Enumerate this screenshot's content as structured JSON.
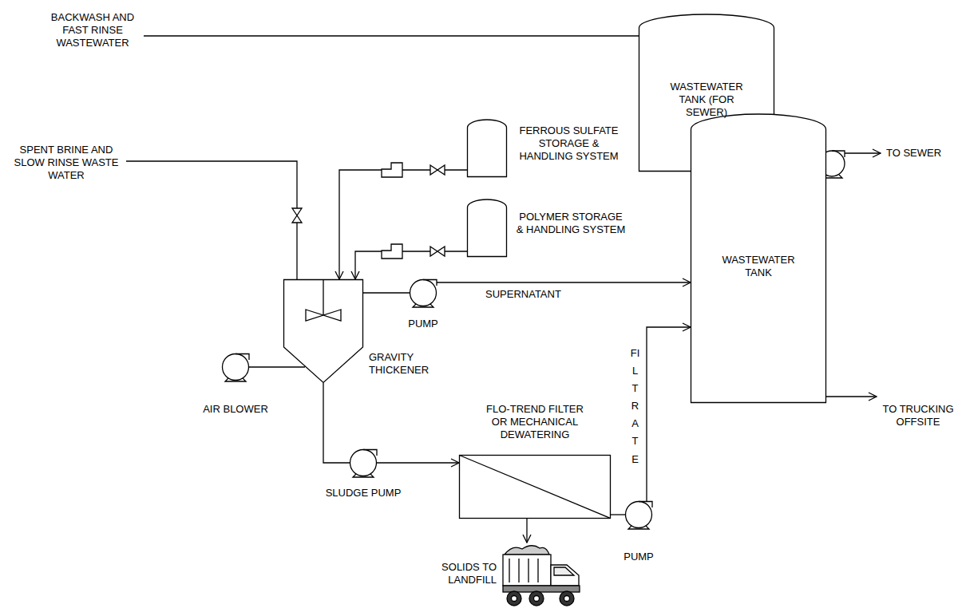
{
  "diagram": {
    "nodes": [
      {
        "text": [
          "WASTEWATER TANK (FOR SEWER)"
        ]
      },
      {
        "text": [
          "FERROUS SULFATE STORAGE & HANDLING SYSTEM"
        ]
      },
      {
        "text": [
          "POLYMER STORAGE & HANDLING SYSTEM"
        ]
      },
      {
        "text": [
          "GRAVITY THICKENER"
        ]
      },
      {
        "text": [
          "PUMP"
        ]
      },
      {
        "text": [
          "WASTEWATER TANK"
        ]
      },
      {
        "text": [
          "AIR BLOWER"
        ]
      },
      {
        "text": [
          "SLUDGE PUMP"
        ]
      },
      {
        "text": [
          "FLO-TREND FILTER OR MECHANICAL DEWATERING"
        ]
      },
      {
        "text": [
          "PUMP"
        ]
      },
      {
        "text": [
          "SOLIDS TO LANDFILL"
        ]
      }
    ],
    "edges": [
      {
        "from": 1,
        "to": 3,
        "arrow": "to"
      },
      {
        "from": 2,
        "to": 3,
        "arrow": "to"
      },
      {
        "from": 3,
        "to": 4,
        "arrow": "none"
      },
      {
        "from": 4,
        "to": 5,
        "label": "SUPERNATANT",
        "arrow": "to"
      },
      {
        "from": 6,
        "to": 3,
        "arrow": "none"
      },
      {
        "from": 3,
        "to": 7,
        "arrow": "none"
      },
      {
        "from": 7,
        "to": 8,
        "arrow": "to"
      },
      {
        "from": 8,
        "to": 9,
        "arrow": "none"
      },
      {
        "from": 9,
        "to": 5,
        "label": "FILTRATE",
        "arrow": "to"
      },
      {
        "from": 8,
        "to": 10,
        "arrow": "to"
      }
    ],
    "labels": [
      "BACKWASH AND FAST RINSE WASTEWATER",
      "SPENT BRINE AND SLOW RINSE WASTE WATER",
      "TO SEWER",
      "TO TRUCKING OFFSITE"
    ]
  }
}
